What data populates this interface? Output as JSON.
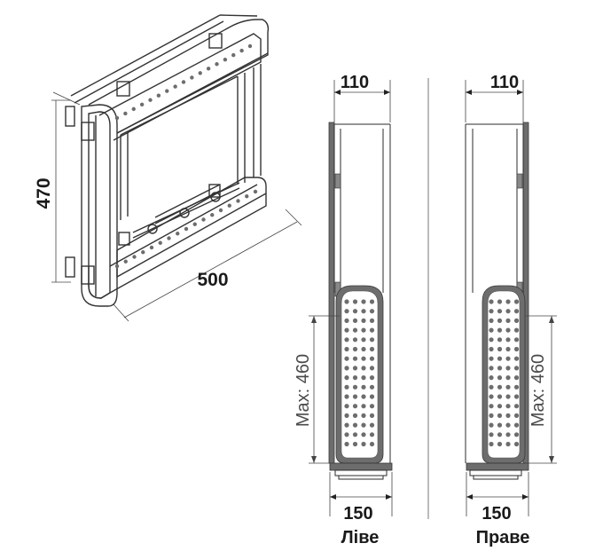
{
  "colors": {
    "ink": "#1a1a1a",
    "frame_gray": "#6d6d6d",
    "dim_gray": "#4a4a4a",
    "background": "#ffffff"
  },
  "iso_view": {
    "height_label": "470",
    "depth_label": "500"
  },
  "left_view": {
    "top_width_label": "110",
    "bottom_width_label": "150",
    "travel_label": "Max: 460",
    "side_label": "Ліве"
  },
  "right_view": {
    "top_width_label": "110",
    "bottom_width_label": "150",
    "travel_label": "Max: 460",
    "side_label": "Праве"
  }
}
